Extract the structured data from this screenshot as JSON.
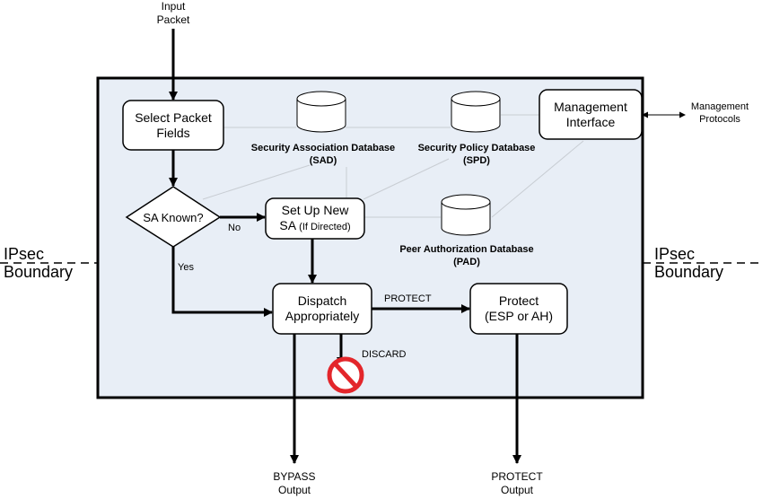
{
  "input": {
    "line1": "Input",
    "line2": "Packet"
  },
  "nodes": {
    "select": {
      "line1": "Select Packet",
      "line2": "Fields"
    },
    "sa_known": "SA Known?",
    "setup": {
      "line1": "Set Up New",
      "line2a": "SA",
      "line2b": "(If Directed)"
    },
    "dispatch": {
      "line1": "Dispatch",
      "line2": "Appropriately"
    },
    "protect": {
      "line1": "Protect",
      "line2": "(ESP or AH)"
    },
    "mgmt": {
      "line1": "Management",
      "line2": "Interface"
    }
  },
  "databases": {
    "sad": {
      "line1": "Security Association Database",
      "line2": "(SAD)"
    },
    "spd": {
      "line1": "Security Policy Database",
      "line2": "(SPD)"
    },
    "pad": {
      "line1": "Peer Authorization Database",
      "line2": "(PAD)"
    }
  },
  "edges": {
    "no": "No",
    "yes": "Yes",
    "protect": "PROTECT",
    "discard": "DISCARD"
  },
  "mgmt_protocols": {
    "line1": "Management",
    "line2": "Protocols"
  },
  "boundary": {
    "line1": "IPsec",
    "line2": "Boundary"
  },
  "outputs": {
    "bypass": {
      "line1": "BYPASS",
      "line2": "Output"
    },
    "protect": {
      "line1": "PROTECT",
      "line2": "Output"
    }
  },
  "colors": {
    "boundary_fill": "#e8eef6",
    "discard_red": "#e3262b",
    "thin_line": "#c8cdd3"
  }
}
